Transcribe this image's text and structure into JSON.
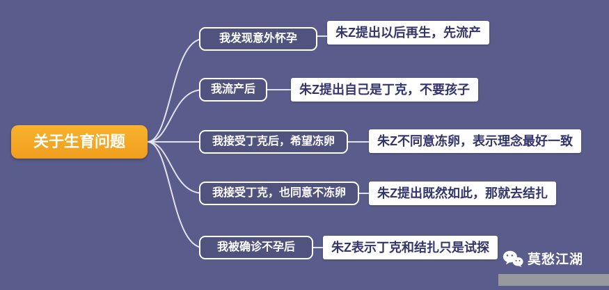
{
  "diagram": {
    "root": {
      "label": "关于生育问题"
    },
    "branches": [
      {
        "mid": "我发现意外怀孕",
        "right": "朱Z提出以后再生，先流产"
      },
      {
        "mid": "我流产后",
        "right": "朱Z提出自己是丁克，不要孩子"
      },
      {
        "mid": "我接受丁克后，希望冻卵",
        "right": "朱Z不同意冻卵，表示理念最好一致"
      },
      {
        "mid": "我接受丁克，也同意不冻卵",
        "right": "朱Z提出既然如此，那就去结扎"
      },
      {
        "mid": "我被确诊不孕后",
        "right": "朱Z表示丁克和结扎只是试探"
      }
    ],
    "watermark": {
      "text": "莫愁江湖",
      "icon": "wechat-icon"
    }
  },
  "colors": {
    "background": "#5a5d8b",
    "root_bg_top": "#f8b22e",
    "root_bg_bottom": "#f09e1d",
    "mid_bg": "#50537e",
    "mid_border": "#ffffff",
    "right_bg": "#ffffff",
    "right_text": "#33356b",
    "line_color": "#e9e9f2",
    "watermark_bar": "#98989f"
  }
}
